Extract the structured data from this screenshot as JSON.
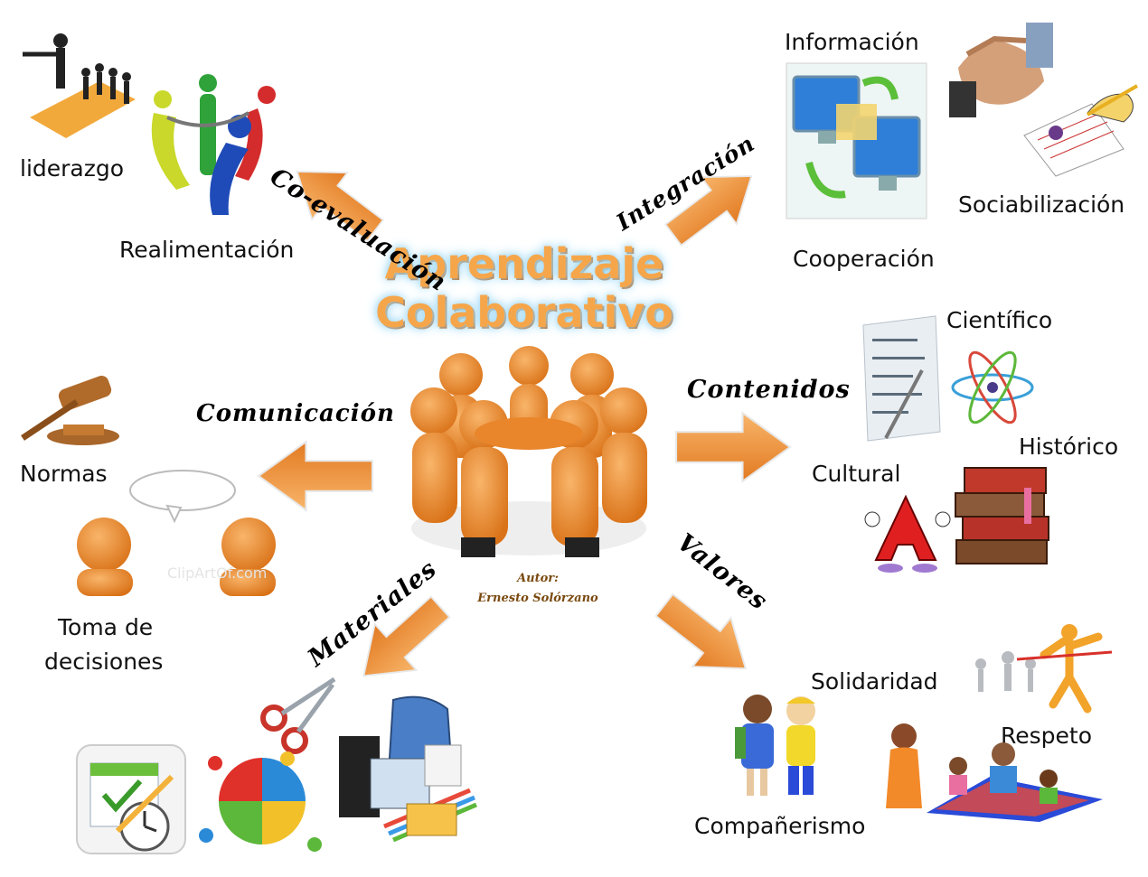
{
  "title": {
    "line1": "Aprendizaje",
    "line2": "Colaborativo"
  },
  "author": {
    "line1": "Autor:",
    "line2": "Ernesto Solórzano"
  },
  "branches": {
    "coevaluacion": "Co-evaluación",
    "integracion": "Integración",
    "comunicacion": "Comunicación",
    "contenidos": "Contenidos",
    "materiales": "Materiales",
    "valores": "Valores"
  },
  "items": {
    "liderazgo": "liderazgo",
    "realimentacion": "Realimentación",
    "informacion": "Información",
    "sociabilizacion": "Sociabilización",
    "cooperacion": "Cooperación",
    "cientifico": "Científico",
    "historico": "Histórico",
    "cultural": "Cultural",
    "normas": "Normas",
    "toma_decisiones_1": "Toma de",
    "toma_decisiones_2": "decisiones",
    "solidaridad": "Solidaridad",
    "respeto": "Respeto",
    "companerismo": "Compañerismo"
  },
  "colors": {
    "arrow": "#f39a3c",
    "arrow_dark": "#d9731a",
    "figure": "#f0922e",
    "glow": "#9fd8f5"
  },
  "watermark": "ClipArtOf.com"
}
